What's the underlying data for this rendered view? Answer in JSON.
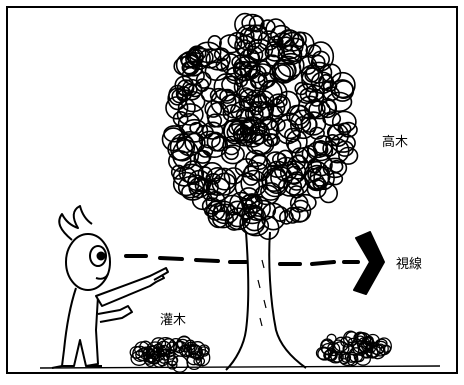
{
  "labels": {
    "tall_tree": "高木",
    "line_of_sight": "視線",
    "shrub": "灌木"
  },
  "colors": {
    "ink": "#000000",
    "paper": "#ffffff"
  },
  "icons": [
    "tall-tree",
    "shrub",
    "person-pointing",
    "sight-arrow"
  ]
}
